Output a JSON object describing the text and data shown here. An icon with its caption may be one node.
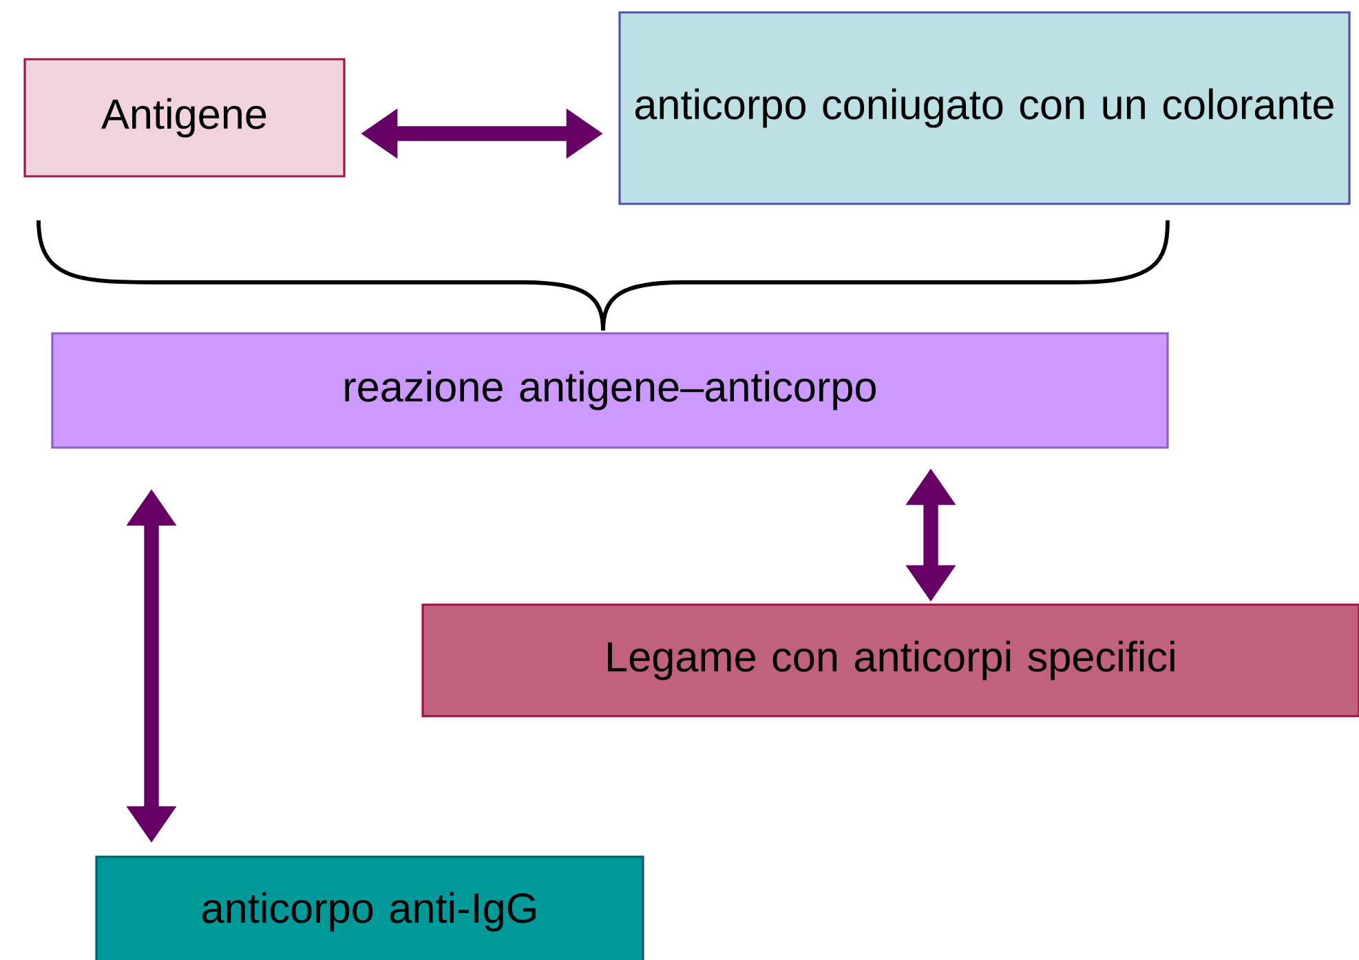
{
  "diagram": {
    "nodes": [
      {
        "text": [
          "Antigene"
        ]
      },
      {
        "text": [
          "anticorpo coniugato con un colorante"
        ]
      },
      {
        "text": [
          "reazione antigene–anticorpo"
        ]
      },
      {
        "text": [
          "Legame con anticorpi specifici"
        ]
      },
      {
        "text": [
          "anticorpo anti-IgG"
        ]
      }
    ],
    "edges": [
      {
        "from": 0,
        "to": 1,
        "arrow": "both"
      },
      {
        "from": 2,
        "to": 3,
        "arrow": "both"
      },
      {
        "from": 2,
        "to": 4,
        "arrow": "both"
      }
    ]
  }
}
